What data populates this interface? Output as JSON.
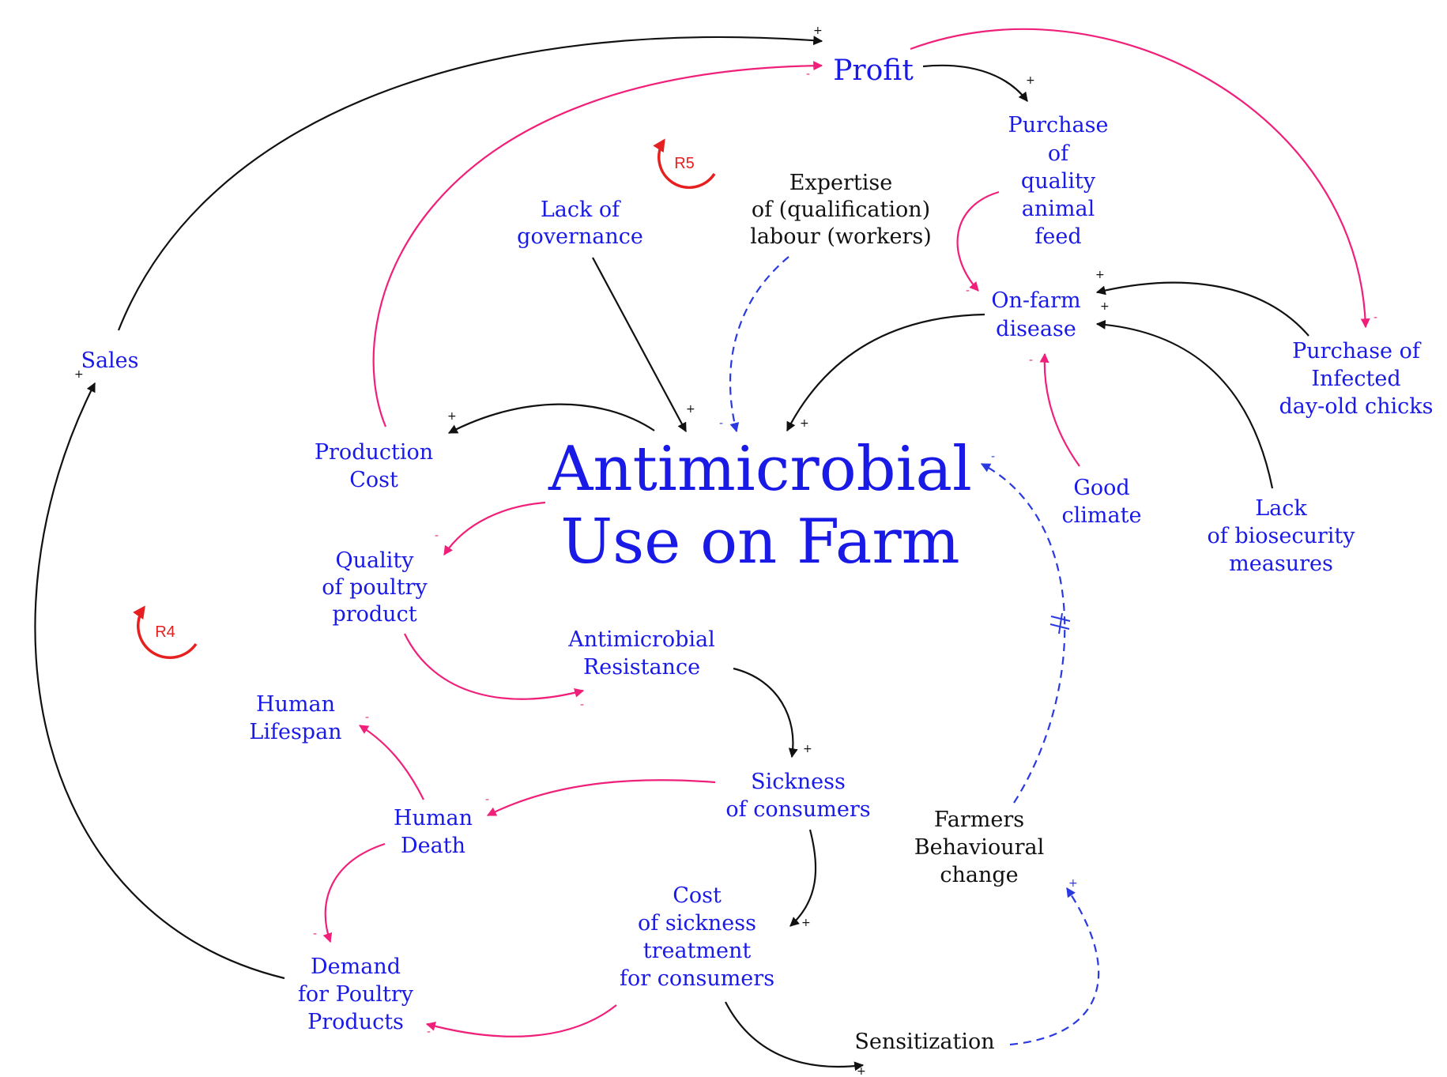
{
  "colors": {
    "node_blue": "#1a1ae6",
    "node_black": "#111111",
    "link_black": "#111111",
    "link_pink": "#f0207a",
    "link_blue_dashed": "#2a3ae0",
    "loop_red": "#e62020"
  },
  "nodes": {
    "profit": {
      "lines": [
        "Profit"
      ]
    },
    "purchase_feed": {
      "lines": [
        "Purchase",
        "of",
        "quality",
        "animal",
        "feed"
      ]
    },
    "expertise": {
      "lines": [
        "Expertise",
        "of (qualification)",
        "labour (workers)"
      ]
    },
    "lack_governance": {
      "lines": [
        "Lack of",
        "governance"
      ]
    },
    "onfarm_disease": {
      "lines": [
        "On-farm",
        "disease"
      ]
    },
    "purchase_chicks": {
      "lines": [
        "Purchase of",
        "Infected",
        "day-old chicks"
      ]
    },
    "sales": {
      "lines": [
        "Sales"
      ]
    },
    "production_cost": {
      "lines": [
        "Production",
        "Cost"
      ]
    },
    "amu": {
      "lines": [
        "Antimicrobial",
        "Use on Farm"
      ]
    },
    "good_climate": {
      "lines": [
        "Good",
        "climate"
      ]
    },
    "lack_biosecurity": {
      "lines": [
        "Lack",
        "of biosecurity",
        "measures"
      ]
    },
    "quality_poultry": {
      "lines": [
        "Quality",
        "of poultry",
        "product"
      ]
    },
    "amr": {
      "lines": [
        "Antimicrobial",
        "Resistance"
      ]
    },
    "human_lifespan": {
      "lines": [
        "Human",
        "Lifespan"
      ]
    },
    "sickness": {
      "lines": [
        "Sickness",
        "of consumers"
      ]
    },
    "human_death": {
      "lines": [
        "Human",
        "Death"
      ]
    },
    "farmers_behaviour": {
      "lines": [
        "Farmers",
        "Behavioural",
        "change"
      ]
    },
    "cost_sickness": {
      "lines": [
        "Cost",
        "of sickness",
        "treatment",
        "for consumers"
      ]
    },
    "demand": {
      "lines": [
        "Demand",
        "for Poultry",
        "Products"
      ]
    },
    "sensitization": {
      "lines": [
        "Sensitization"
      ]
    }
  },
  "loops": {
    "r5": "R5",
    "r4": "R4"
  },
  "polarity": {
    "plus": "+",
    "minus": "-",
    "delay": "=|="
  }
}
